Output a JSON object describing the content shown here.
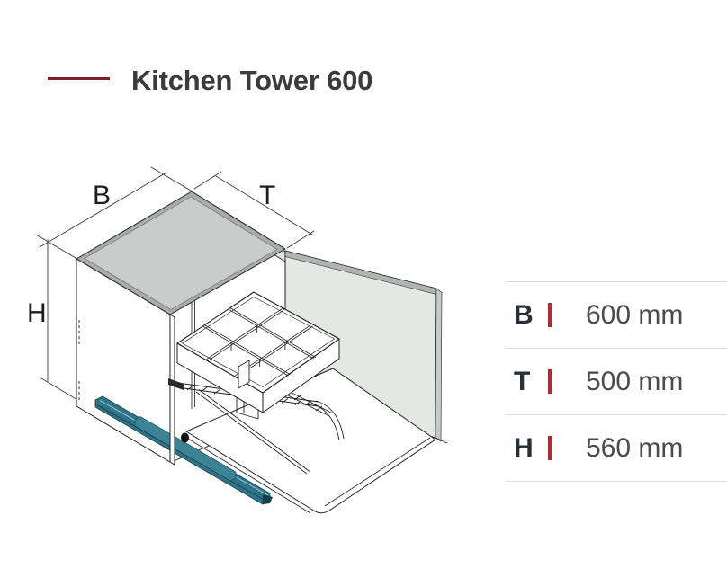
{
  "header": {
    "title": "Kitchen Tower 600",
    "accent_line_color": "#7d2027"
  },
  "diagram": {
    "type": "isometric-cabinet-drawing",
    "labels": {
      "width": "B",
      "depth": "T",
      "height": "H"
    },
    "colors": {
      "outline": "#1f1f1f",
      "top_gray": "#c9cccb",
      "top_band_gray": "#a9acab",
      "door_gray": "#e4e8e5",
      "door_band_gray": "#b0b4b2",
      "interior_gray": "#dfe3e1",
      "rail_teal": "#2e7487",
      "rail_teal_dark": "#17454f",
      "rail_teal_light": "#a8cdd6"
    }
  },
  "spec_table": {
    "rows": [
      {
        "label": "B",
        "value": "600 mm"
      },
      {
        "label": "T",
        "value": "500 mm"
      },
      {
        "label": "H",
        "value": "560 mm"
      }
    ],
    "accent_bar_color": "#c1242b",
    "divider_color": "#dcdcdc"
  }
}
